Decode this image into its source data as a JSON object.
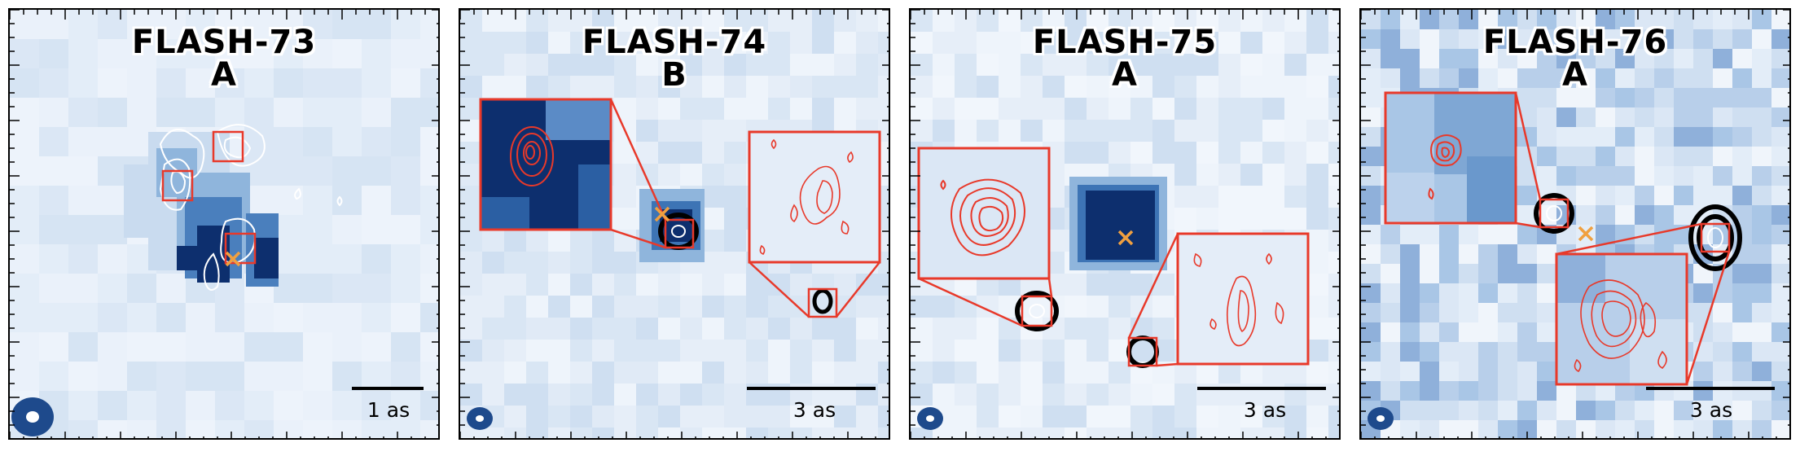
{
  "panels": [
    {
      "title": "FLASH-73",
      "image": "A",
      "scale": "1 as",
      "contour_color": "#ffffff"
    },
    {
      "title": "FLASH-74",
      "image": "B",
      "scale": "3 as",
      "contour_color": "#000000"
    },
    {
      "title": "FLASH-75",
      "image": "A",
      "scale": "3 as",
      "contour_color": "#000000"
    },
    {
      "title": "FLASH-76",
      "image": "A",
      "scale": "3 as",
      "contour_color": "#000000"
    }
  ],
  "colors": {
    "dark_blue": "#0d2f6e",
    "box_red": "#e8392a",
    "marker_orange": "#f0a040",
    "beam": "#1e4a8c"
  },
  "icons": {
    "marker": "x-mark-icon",
    "beam": "beam-ellipse-icon"
  }
}
